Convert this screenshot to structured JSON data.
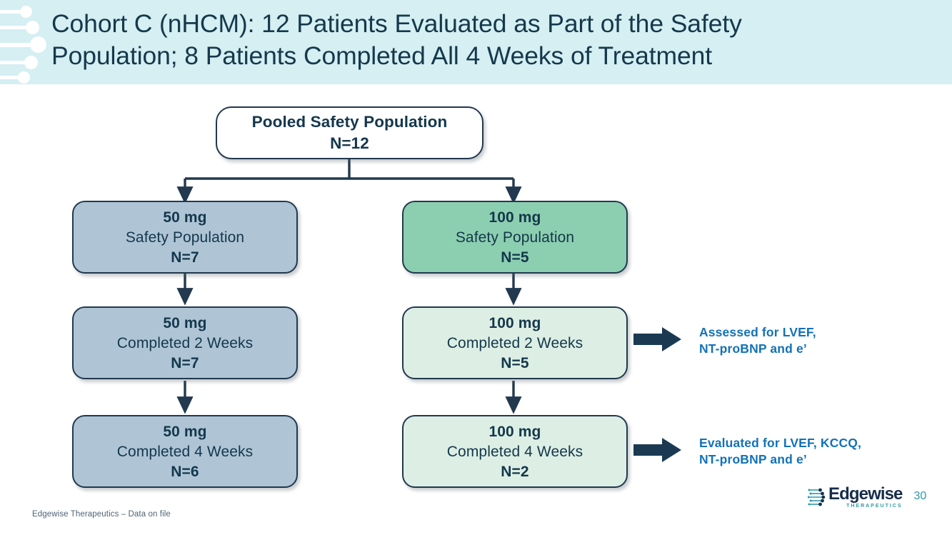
{
  "header": {
    "title": "Cohort C (nHCM): 12 Patients Evaluated as Part of the Safety\nPopulation; 8 Patients Completed All 4 Weeks of Treatment",
    "band_color": "#d5eff2",
    "title_color": "#15384c",
    "decoration": "white-pin-dots-icon"
  },
  "flow": {
    "root": {
      "line1": "Pooled Safety Population",
      "line2": "N=12",
      "fill": "#ffffff",
      "border": "#22394f"
    },
    "columns": [
      {
        "name": "50 mg",
        "nodes": [
          {
            "line1": "50 mg",
            "line2": "Safety Population",
            "line3": "N=7",
            "fill": "#afc5d6"
          },
          {
            "line1": "50 mg",
            "line2": "Completed 2 Weeks",
            "line3": "N=7",
            "fill": "#afc5d6"
          },
          {
            "line1": "50 mg",
            "line2": "Completed 4 Weeks",
            "line3": "N=6",
            "fill": "#afc5d6"
          }
        ]
      },
      {
        "name": "100 mg",
        "nodes": [
          {
            "line1": "100 mg",
            "line2": "Safety Population",
            "line3": "N=5",
            "fill": "#8ccfb0"
          },
          {
            "line1": "100 mg",
            "line2": "Completed 2 Weeks",
            "line3": "N=5",
            "fill": "#ddefe4"
          },
          {
            "line1": "100 mg",
            "line2": "Completed 4 Weeks",
            "line3": "N=2",
            "fill": "#ddefe4"
          }
        ]
      }
    ],
    "callouts": [
      {
        "text": "Assessed for LVEF,\nNT-proBNP and e’",
        "color": "#1272b8",
        "arrow": "right-block-arrow-icon"
      },
      {
        "text": "Evaluated for LVEF, KCCQ,\nNT-proBNP and e’",
        "color": "#1272b8",
        "arrow": "right-block-arrow-icon"
      }
    ],
    "connector_color": "#22394f"
  },
  "footer": {
    "footnote": "Edgewise Therapeutics – Data on file",
    "brand_name": "Edgewise",
    "brand_sub": "THERAPEUTICS",
    "brand_color": "#172e4a",
    "brand_accent": "#2f9aa8",
    "page_number": "30",
    "logo": "edgewise-dots-logo-icon"
  }
}
